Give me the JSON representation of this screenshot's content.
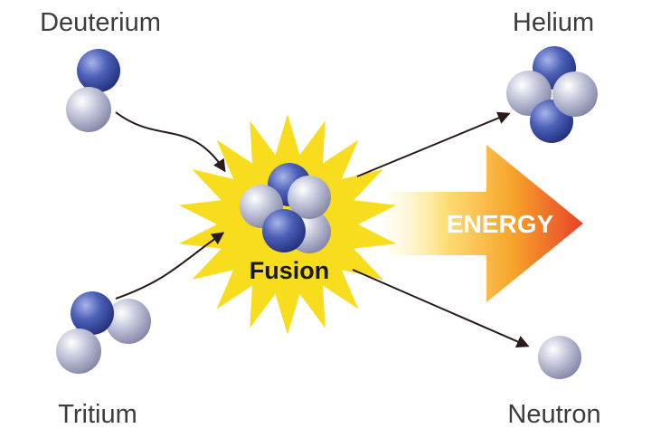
{
  "labels": {
    "deuterium": "Deuterium",
    "tritium": "Tritium",
    "helium": "Helium",
    "neutron": "Neutron",
    "fusion": "Fusion",
    "energy": "ENERGY"
  },
  "colors": {
    "proton": "#3c4fa3",
    "neutron": "#a9abc6",
    "burst": "#f7dd1d",
    "arrow_line": "#2a1a1a",
    "energy_start": "#fff5b0",
    "energy_mid": "#f7a72a",
    "energy_end": "#e8452a",
    "label_text": "#3d3d3d"
  }
}
